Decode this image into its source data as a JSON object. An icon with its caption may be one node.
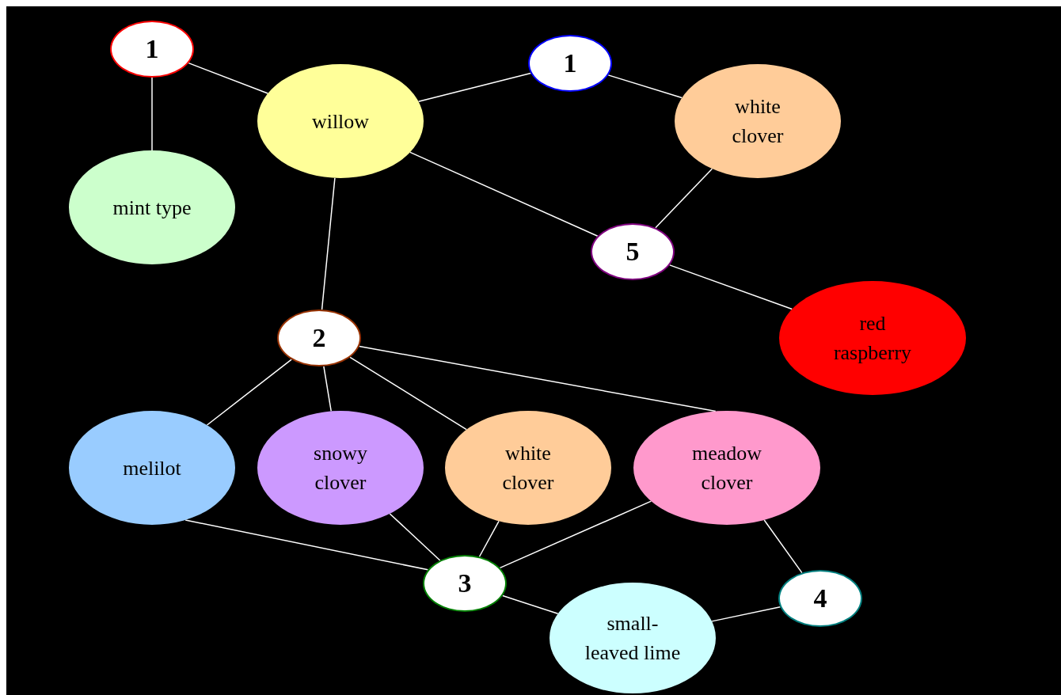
{
  "diagram": {
    "nodes": [
      {
        "text": [
          "1"
        ]
      },
      {
        "text": [
          "willow"
        ]
      },
      {
        "text": [
          "1"
        ]
      },
      {
        "text": [
          "white clover"
        ]
      },
      {
        "text": [
          "mint type"
        ]
      },
      {
        "text": [
          "5"
        ]
      },
      {
        "text": [
          "red raspberry"
        ]
      },
      {
        "text": [
          "2"
        ]
      },
      {
        "text": [
          "melilot"
        ]
      },
      {
        "text": [
          "snowy clover"
        ]
      },
      {
        "text": [
          "white clover"
        ]
      },
      {
        "text": [
          "meadow clover"
        ]
      },
      {
        "text": [
          "3"
        ]
      },
      {
        "text": [
          "4"
        ]
      },
      {
        "text": [
          "small-leaved lime"
        ]
      }
    ],
    "edges": [
      {
        "from": 0,
        "to": 1,
        "arrow": "none"
      },
      {
        "from": 0,
        "to": 4,
        "arrow": "none"
      },
      {
        "from": 1,
        "to": 2,
        "arrow": "none"
      },
      {
        "from": 2,
        "to": 3,
        "arrow": "none"
      },
      {
        "from": 1,
        "to": 5,
        "arrow": "none"
      },
      {
        "from": 3,
        "to": 5,
        "arrow": "none"
      },
      {
        "from": 5,
        "to": 6,
        "arrow": "none"
      },
      {
        "from": 1,
        "to": 7,
        "arrow": "none"
      },
      {
        "from": 7,
        "to": 8,
        "arrow": "none"
      },
      {
        "from": 7,
        "to": 9,
        "arrow": "none"
      },
      {
        "from": 7,
        "to": 10,
        "arrow": "none"
      },
      {
        "from": 7,
        "to": 11,
        "arrow": "none"
      },
      {
        "from": 9,
        "to": 12,
        "arrow": "none"
      },
      {
        "from": 10,
        "to": 12,
        "arrow": "none"
      },
      {
        "from": 11,
        "to": 12,
        "arrow": "none"
      },
      {
        "from": 8,
        "to": 12,
        "arrow": "none"
      },
      {
        "from": 12,
        "to": 14,
        "arrow": "none"
      },
      {
        "from": 11,
        "to": 13,
        "arrow": "none"
      },
      {
        "from": 13,
        "to": 14,
        "arrow": "none"
      }
    ]
  }
}
